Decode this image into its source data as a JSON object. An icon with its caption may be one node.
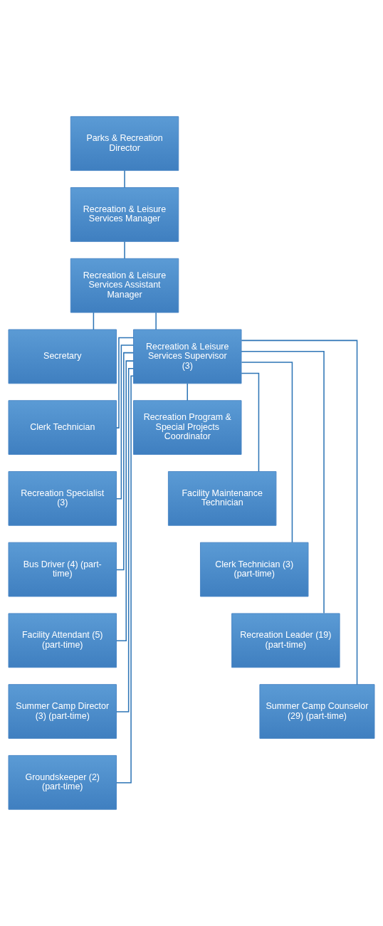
{
  "diagram": {
    "nodes": [
      {
        "text": [
          "Parks & Recreation Director"
        ]
      },
      {
        "text": [
          "Recreation & Leisure Services Manager"
        ]
      },
      {
        "text": [
          "Recreation & Leisure Services Assistant Manager"
        ]
      },
      {
        "text": [
          "Secretary"
        ]
      },
      {
        "text": [
          "Recreation & Leisure Services Supervisor (3)"
        ]
      },
      {
        "text": [
          "Clerk Technician"
        ]
      },
      {
        "text": [
          "Recreation Program & Special Projects Coordinator"
        ]
      },
      {
        "text": [
          "Recreation Specialist (3)"
        ]
      },
      {
        "text": [
          "Facility Maintenance Technician"
        ]
      },
      {
        "text": [
          "Bus Driver (4) (part-time)"
        ]
      },
      {
        "text": [
          "Clerk Technician (3) (part-time)"
        ]
      },
      {
        "text": [
          "Facility Attendant (5) (part-time)"
        ]
      },
      {
        "text": [
          "Recreation Leader (19) (part-time)"
        ]
      },
      {
        "text": [
          "Summer Camp Director (3) (part-time)"
        ]
      },
      {
        "text": [
          "Summer Camp Counselor (29) (part-time)"
        ]
      },
      {
        "text": [
          "Groundskeeper (2) (part-time)"
        ]
      }
    ],
    "edges": [
      {
        "from": 0,
        "to": 1,
        "arrow": "none"
      },
      {
        "from": 1,
        "to": 2,
        "arrow": "none"
      },
      {
        "from": 2,
        "to": 3,
        "arrow": "none"
      },
      {
        "from": 2,
        "to": 4,
        "arrow": "none"
      },
      {
        "from": 4,
        "to": 5,
        "arrow": "none"
      },
      {
        "from": 4,
        "to": 6,
        "arrow": "none"
      },
      {
        "from": 4,
        "to": 7,
        "arrow": "none"
      },
      {
        "from": 4,
        "to": 8,
        "arrow": "none"
      },
      {
        "from": 4,
        "to": 9,
        "arrow": "none"
      },
      {
        "from": 4,
        "to": 10,
        "arrow": "none"
      },
      {
        "from": 4,
        "to": 11,
        "arrow": "none"
      },
      {
        "from": 4,
        "to": 12,
        "arrow": "none"
      },
      {
        "from": 4,
        "to": 13,
        "arrow": "none"
      },
      {
        "from": 4,
        "to": 14,
        "arrow": "none"
      },
      {
        "from": 4,
        "to": 15,
        "arrow": "none"
      }
    ]
  }
}
